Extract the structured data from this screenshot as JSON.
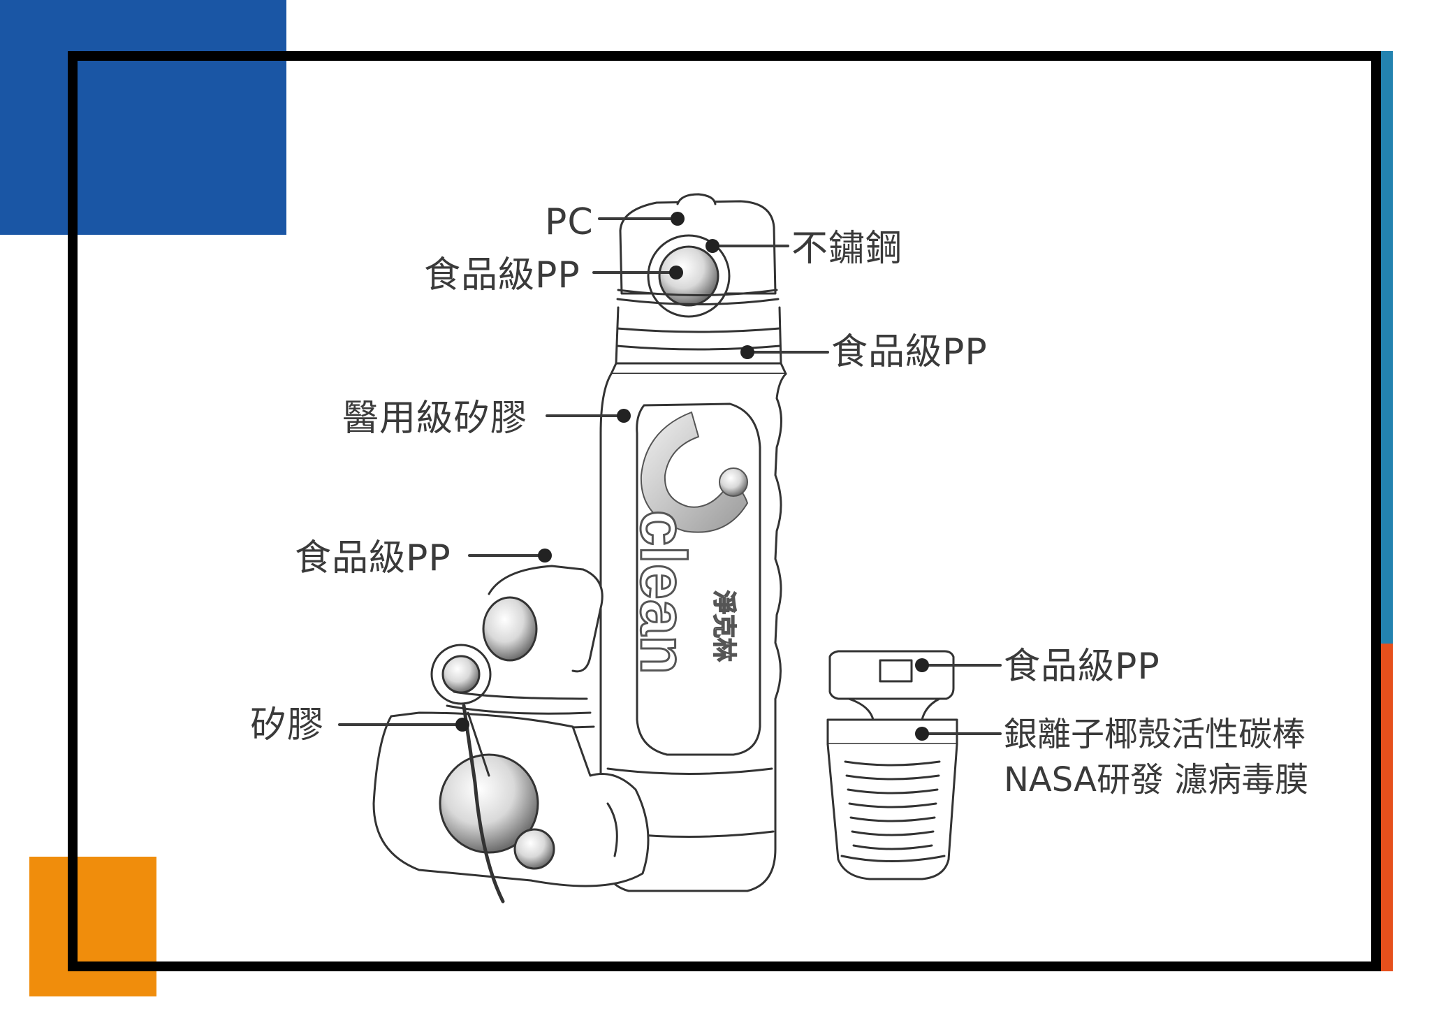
{
  "colors": {
    "blue_block": "#1a56a5",
    "orange_block": "#f08d0c",
    "teal_stripe": "#2383b0",
    "orange_stripe": "#e6501c",
    "line": "#3b3b3b"
  },
  "illustration": {
    "logo_text": "clean",
    "logo_brand": "淨克林"
  },
  "labels": {
    "pc": "PC",
    "food_pp_cap": "食品級PP",
    "stainless": "不鏽鋼",
    "food_pp_ring": "食品級PP",
    "medical_silicone": "醫用級矽膠",
    "food_pp_small": "食品級PP",
    "silicone": "矽膠",
    "food_pp_filter": "食品級PP",
    "filter_line1": "銀離子椰殼活性碳棒",
    "filter_line2": "NASA研發 濾病毒膜"
  }
}
